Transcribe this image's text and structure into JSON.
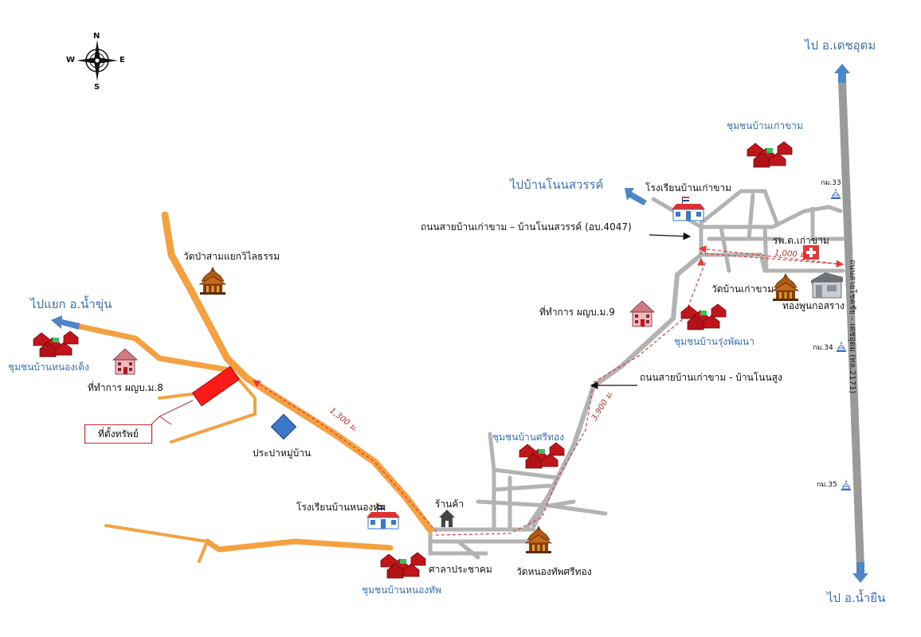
{
  "compass": {
    "n": "N",
    "s": "S",
    "e": "E",
    "w": "W"
  },
  "directions": {
    "top_right": "ไป อ.เดชอุดม",
    "bottom_right": "ไป อ.น้ำยืน",
    "left": "ไปแยก อ.น้ำขุ่น",
    "upper_mid": "ไปบ้านโนนสวรรค์"
  },
  "roads": {
    "main_highway": "ถนนสายโชคชัย – เดชอุดม (ทล.2171)",
    "road_north": "ถนนสายบ้านเก่าขาม – บ้านโนนสวรรค์ (อบ.4047)",
    "road_south": "ถนนสายบ้านเก่าขาม - บ้านโนนสูง"
  },
  "km_markers": [
    "กม.33",
    "กม.34",
    "กม.35"
  ],
  "distances": [
    "1,000 ม.",
    "3,900 ม.",
    "1,300 ม."
  ],
  "places": {
    "community_kaokham": "ชุมชนบ้านเก่าขาม",
    "school_kaokham": "โรงเรียนบ้านเก่าขาม",
    "hospital": "รพ.ต.เก่าขาม",
    "temple_kaokham": "วัดบ้านเก่าขาม",
    "gold_shop": "ทองพูนกอสราง",
    "office_m9": "ที่ทำการ  ผญบ.ม.9",
    "community_rungpatthana": "ชุมชนบ้านรุ่งพัฒนา",
    "community_srithong": "ชุมชนบ้านศรีทอง",
    "shop": "ร้านค้า",
    "school_nongtap": "โรงเรียนบ้านหนองทัพ",
    "sala": "ศาลาประชาคม",
    "temple_nongtap": "วัดหนองทัพศรีทอง",
    "community_nongtap": "ชุมชนบ้านหนองทัพ",
    "temple_samyaek": "วัดป่าสามแยกวิไลธรรม",
    "community_nongteng": "ชุมชนบ้านหนองเต็ง",
    "office_m8": "ที่ทำการ  ผญบ.ม.8",
    "property": "ที่ตั้งทรัพย์",
    "water_supply": "ประปาหมู่บ้าน"
  },
  "colors": {
    "orange_road": "#f5a142",
    "gray_road": "#b3b3b3",
    "route": "#e53935",
    "arrow_blue": "#4f86c6",
    "property": "#ff1a1a",
    "label_blue": "#3a6fc4"
  }
}
